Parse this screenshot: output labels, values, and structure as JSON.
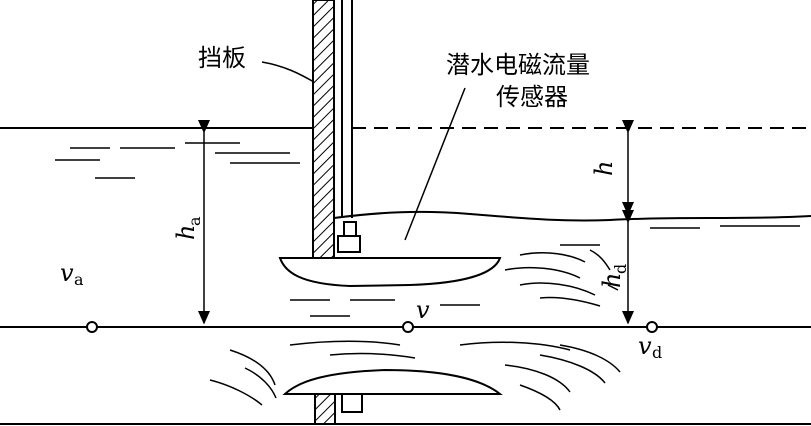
{
  "labels": {
    "baffle": "挡板",
    "sensor_line1": "潜水电磁流量",
    "sensor_line2": "传感器",
    "h": "h",
    "h_a": "h",
    "h_a_sub": "a",
    "h_d": "h",
    "h_d_sub": "d",
    "v_a": "v",
    "v_a_sub": "a",
    "v": "v",
    "v_d": "v",
    "v_d_sub": "d"
  }
}
